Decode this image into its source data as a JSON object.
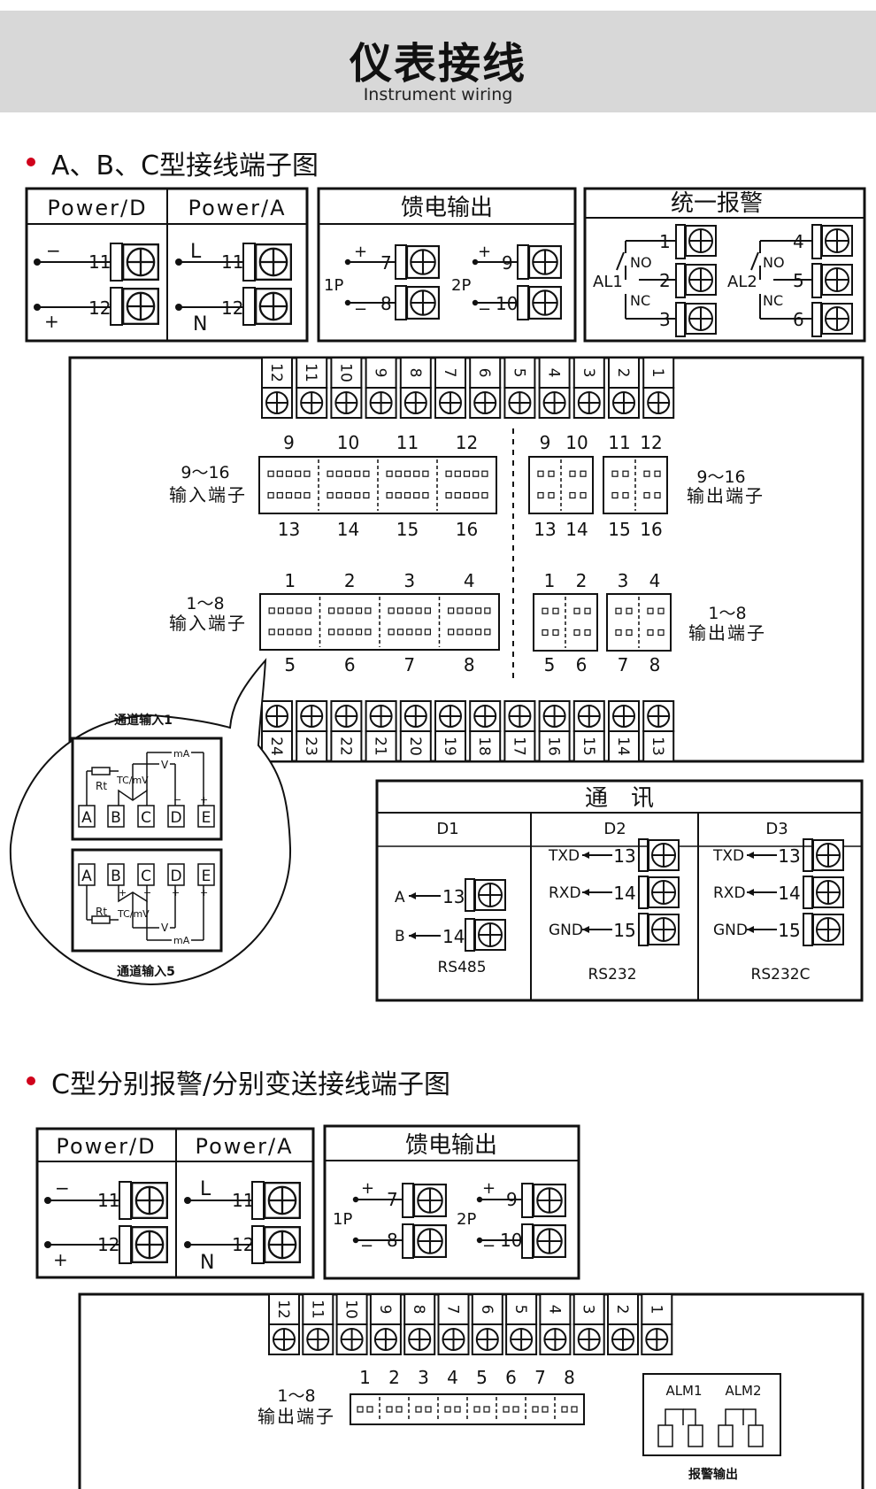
{
  "banner": {
    "title": "仪表接线",
    "subtitle": "Instrument wiring"
  },
  "section1": {
    "title": "A、B、C型接线端子图"
  },
  "section2": {
    "title": "C型分别报警/分别变送接线端子图"
  },
  "power": {
    "d_title": "Power/D",
    "a_title": "Power/A",
    "minus": "−",
    "plus": "+",
    "l": "L",
    "n": "N",
    "t11": "11",
    "t12": "12"
  },
  "feed": {
    "title": "馈电输出",
    "p1": "1P",
    "p2": "2P",
    "t7": "7",
    "t8": "8",
    "t9": "9",
    "t10": "10",
    "plus": "+",
    "minus": "−"
  },
  "alarm": {
    "title": "统一报警",
    "al1": "AL1",
    "al2": "AL2",
    "no": "NO",
    "nc": "NC",
    "t1": "1",
    "t2": "2",
    "t3": "3",
    "t4": "4",
    "t5": "5",
    "t6": "6"
  },
  "panel": {
    "top_terms": [
      "12",
      "11",
      "10",
      "9",
      "8",
      "7",
      "6",
      "5",
      "4",
      "3",
      "2",
      "1"
    ],
    "bottom_terms": [
      "24",
      "23",
      "22",
      "21",
      "20",
      "19",
      "18",
      "17",
      "16",
      "15",
      "14",
      "13"
    ],
    "in916_top": [
      "9",
      "10",
      "11",
      "12"
    ],
    "in916_bottom": [
      "13",
      "14",
      "15",
      "16"
    ],
    "in916_label1": "9～16",
    "in916_label2": "输入端子",
    "out916_top": [
      "9",
      "10",
      "11",
      "12"
    ],
    "out916_bottom": [
      "13",
      "14",
      "15",
      "16"
    ],
    "out916_label1": "9～16",
    "out916_label2": "输出端子",
    "in18_top": [
      "1",
      "2",
      "3",
      "4"
    ],
    "in18_bottom": [
      "5",
      "6",
      "7",
      "8"
    ],
    "in18_label1": "1～8",
    "in18_label2": "输入端子",
    "out18_top": [
      "1",
      "2",
      "3",
      "4"
    ],
    "out18_bottom": [
      "5",
      "6",
      "7",
      "8"
    ],
    "out18_label1": "1～8",
    "out18_label2": "输出端子"
  },
  "callout": {
    "ch1": "通道输入1",
    "ch5": "通道输入5",
    "letters": [
      "A",
      "B",
      "C",
      "D",
      "E"
    ],
    "rt": "Rt",
    "tc": "TC/mV",
    "v": "V",
    "ma": "mA",
    "plus": "+",
    "minus": "−"
  },
  "comm": {
    "title": "通　讯",
    "d1": "D1",
    "d2": "D2",
    "d3": "D3",
    "a": "A",
    "b": "B",
    "t13": "13",
    "t14": "14",
    "t15": "15",
    "txd": "TXD",
    "rxd": "RXD",
    "gnd": "GND",
    "rs485": "RS485",
    "rs232": "RS232",
    "rs232c": "RS232C"
  },
  "panel2": {
    "top_terms": [
      "12",
      "11",
      "10",
      "9",
      "8",
      "7",
      "6",
      "5",
      "4",
      "3",
      "2",
      "1"
    ],
    "out_nums": [
      "1",
      "2",
      "3",
      "4",
      "5",
      "6",
      "7",
      "8"
    ],
    "out_label1": "1～8",
    "out_label2": "输出端子",
    "alm1": "ALM1",
    "alm2": "ALM2",
    "alarm_out": "报警输出"
  }
}
